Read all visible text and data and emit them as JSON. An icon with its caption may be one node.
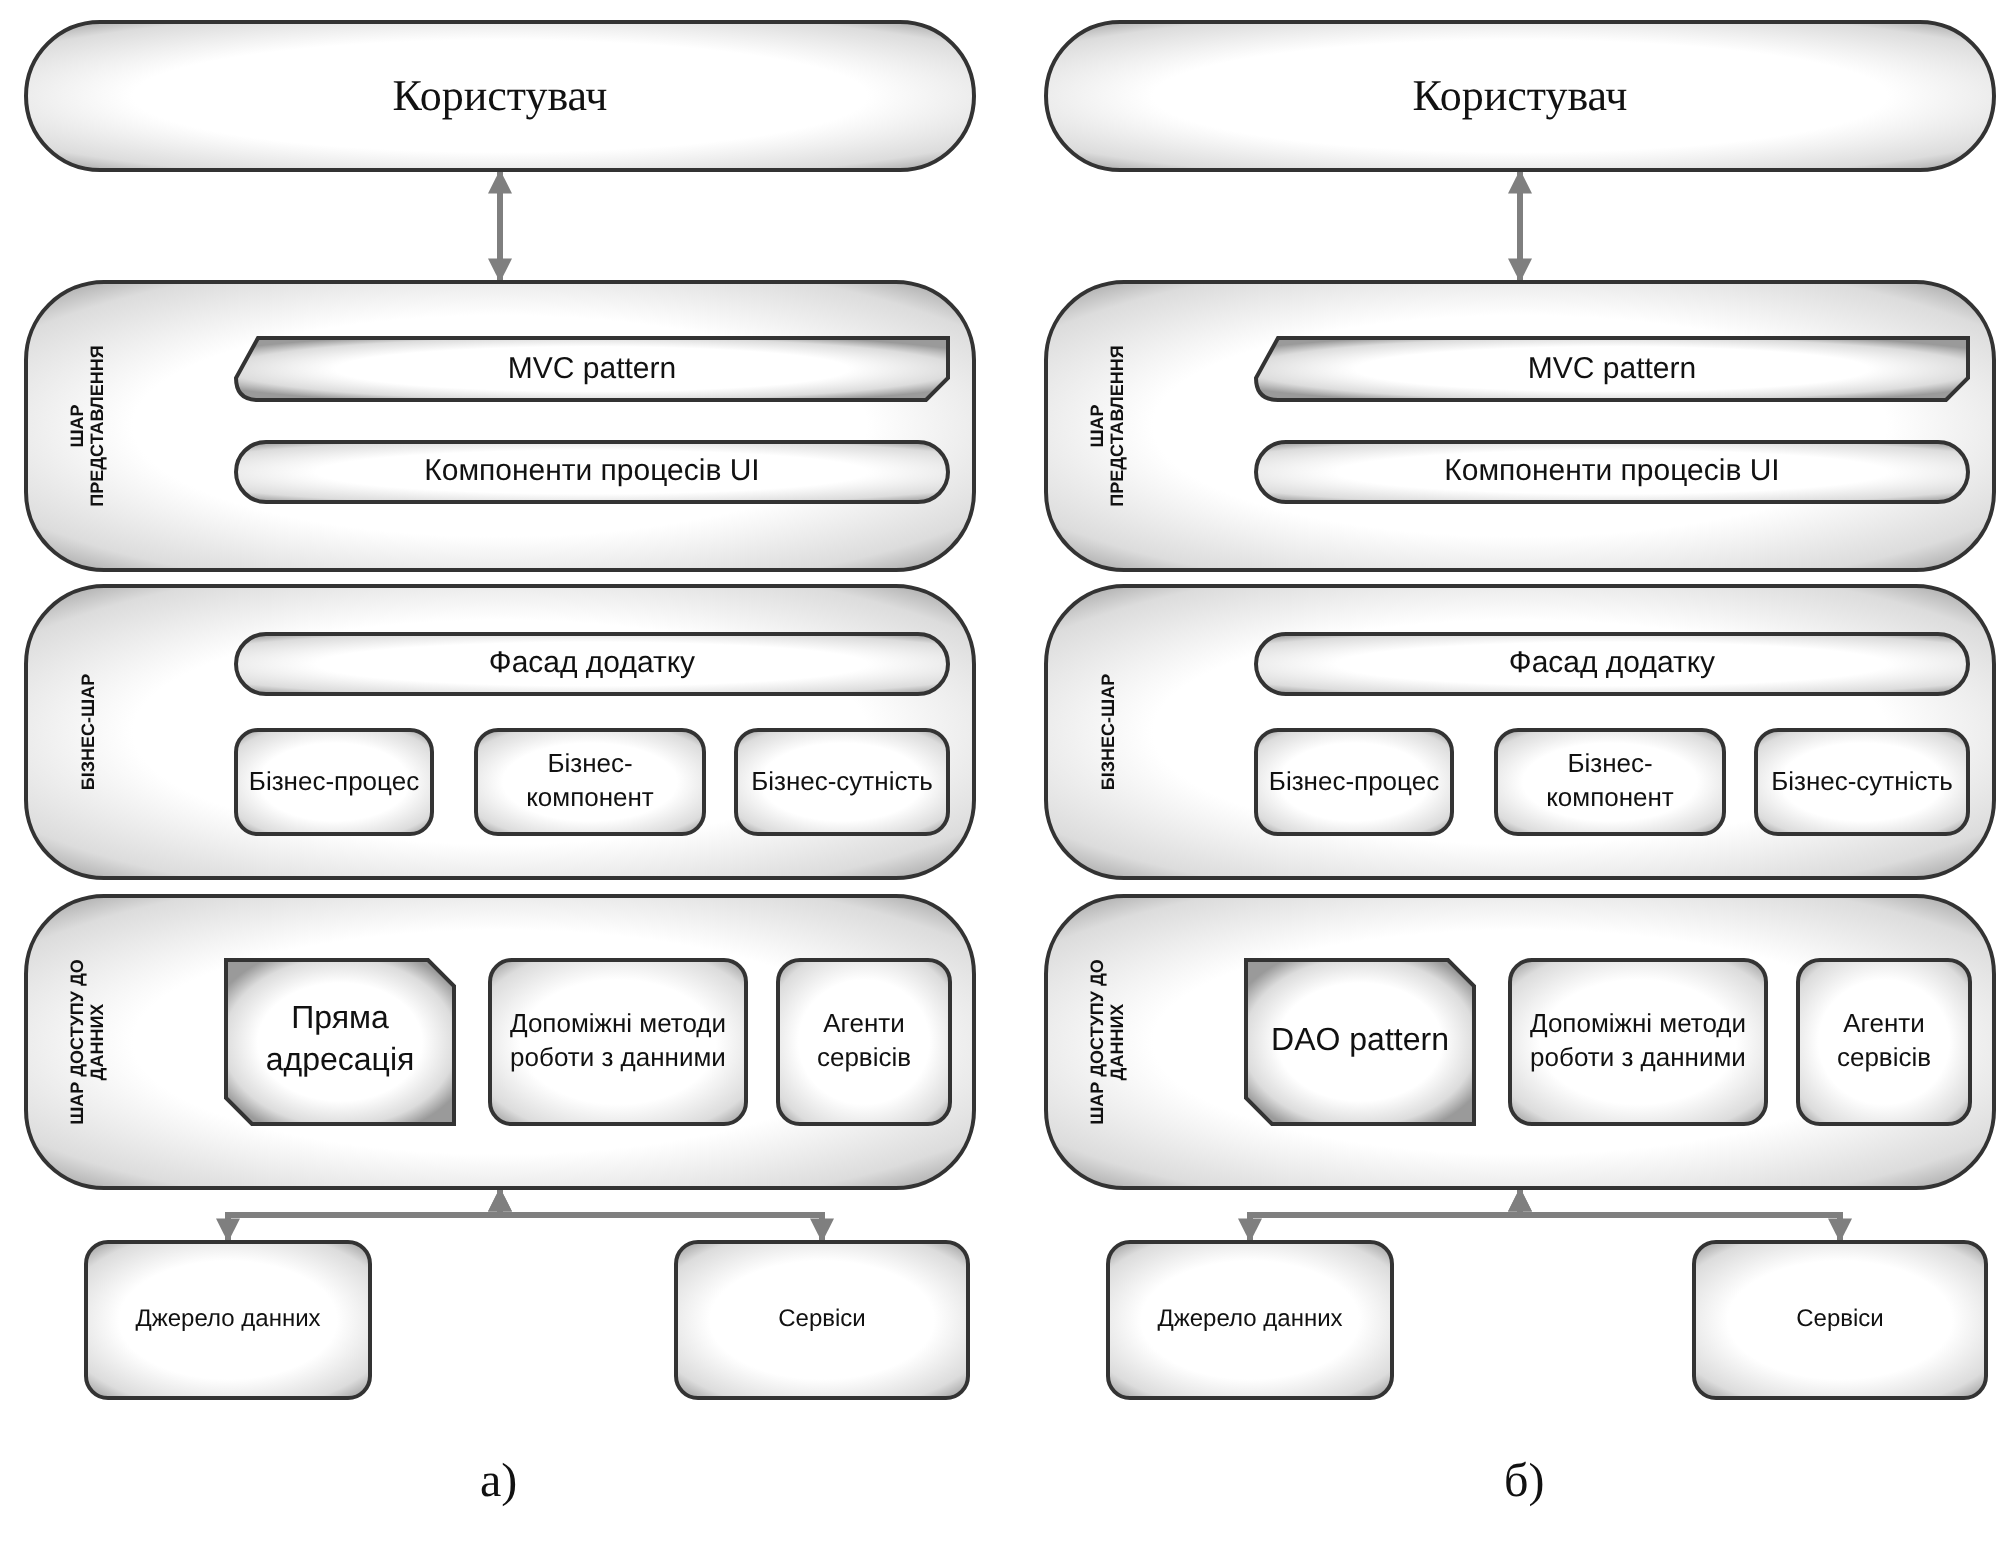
{
  "diagram": {
    "nodes": [
      {
        "text": [
          "Користувач"
        ]
      },
      {
        "text": [
          "ШАР ПРЕДСТАВЛЕННЯ"
        ]
      },
      {
        "text": [
          "MVC pattern"
        ],
        "in": 1
      },
      {
        "text": [
          "Компоненти процесів UI"
        ],
        "in": 1
      },
      {
        "text": [
          "БІЗНЕС-ШАР"
        ]
      },
      {
        "text": [
          "Фасад додатку"
        ],
        "in": 4
      },
      {
        "text": [
          "Бізнес-процес"
        ],
        "in": 4
      },
      {
        "text": [
          "Бізнес-компонент"
        ],
        "in": 4
      },
      {
        "text": [
          "Бізнес-сутність"
        ],
        "in": 4
      },
      {
        "text": [
          "ШАР ДОСТУПУ ДО ДАННИХ"
        ]
      },
      {
        "text": [
          "Пряма адресація"
        ],
        "in": 9
      },
      {
        "text": [
          "Допоміжні методи роботи з данними"
        ],
        "in": 9
      },
      {
        "text": [
          "Агенти сервісів"
        ],
        "in": 9
      },
      {
        "text": [
          "Джерело данних"
        ]
      },
      {
        "text": [
          "Сервіси"
        ]
      },
      {
        "text": [
          "Користувач"
        ]
      },
      {
        "text": [
          "ШАР ПРЕДСТАВЛЕННЯ"
        ]
      },
      {
        "text": [
          "MVC pattern"
        ],
        "in": 16
      },
      {
        "text": [
          "Компоненти процесів UI"
        ],
        "in": 16
      },
      {
        "text": [
          "БІЗНЕС-ШАР"
        ]
      },
      {
        "text": [
          "Фасад додатку"
        ],
        "in": 19
      },
      {
        "text": [
          "Бізнес-процес"
        ],
        "in": 19
      },
      {
        "text": [
          "Бізнес-компонент"
        ],
        "in": 19
      },
      {
        "text": [
          "Бізнес-сутність"
        ],
        "in": 19
      },
      {
        "text": [
          "ШАР ДОСТУПУ ДО ДАННИХ"
        ]
      },
      {
        "text": [
          "DAO pattern"
        ],
        "in": 24
      },
      {
        "text": [
          "Допоміжні методи роботи з данними"
        ],
        "in": 24
      },
      {
        "text": [
          "Агенти сервісів"
        ],
        "in": 24
      },
      {
        "text": [
          "Джерело данних"
        ]
      },
      {
        "text": [
          "Сервіси"
        ]
      }
    ],
    "edges": [
      {
        "from": 0,
        "to": 1,
        "arrow": "both"
      },
      {
        "from": 9,
        "to": 13,
        "arrow": "both"
      },
      {
        "from": 9,
        "to": 14,
        "arrow": "both"
      },
      {
        "from": 15,
        "to": 16,
        "arrow": "both"
      },
      {
        "from": 24,
        "to": 28,
        "arrow": "both"
      },
      {
        "from": 24,
        "to": 29,
        "arrow": "both"
      }
    ],
    "labels": [
      "а)",
      "б)"
    ]
  }
}
